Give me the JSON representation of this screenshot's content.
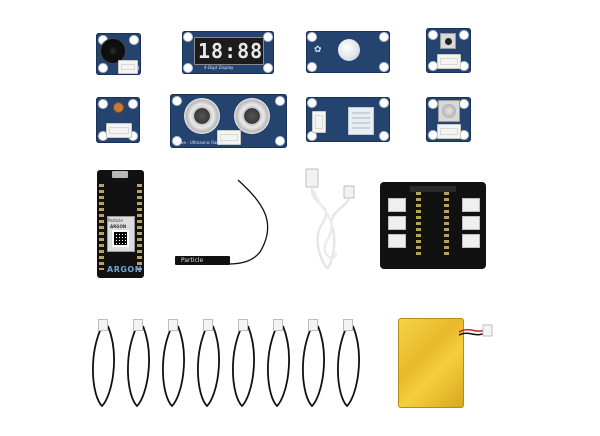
{
  "photo": {
    "subject": "product kit layout",
    "background_color": "#ffffff"
  },
  "modules": {
    "display_digits": "18:88",
    "display_silk": "4-Digit Display",
    "ultrasonic_silk": "Grove - Ultrasonic Ranger",
    "argon_brand": "ARGON",
    "argon_logo": "Particle",
    "argon_label": "ARGON",
    "antenna_label": "Particle",
    "battery_label": ""
  },
  "colors": {
    "grove_board": "#24436f",
    "argon_board": "#111111",
    "battery": "#e8b92a",
    "cable": "#111111"
  },
  "icons": [
    "buzzer-icon",
    "seven-segment-display",
    "pir-motion-sensor",
    "button-icon",
    "light-sensor",
    "ultrasonic-sensor",
    "temperature-humidity-sensor",
    "rotary-potentiometer",
    "argon-board",
    "antenna-icon",
    "usb-cable",
    "grove-shield",
    "grove-cable",
    "lipo-battery"
  ]
}
